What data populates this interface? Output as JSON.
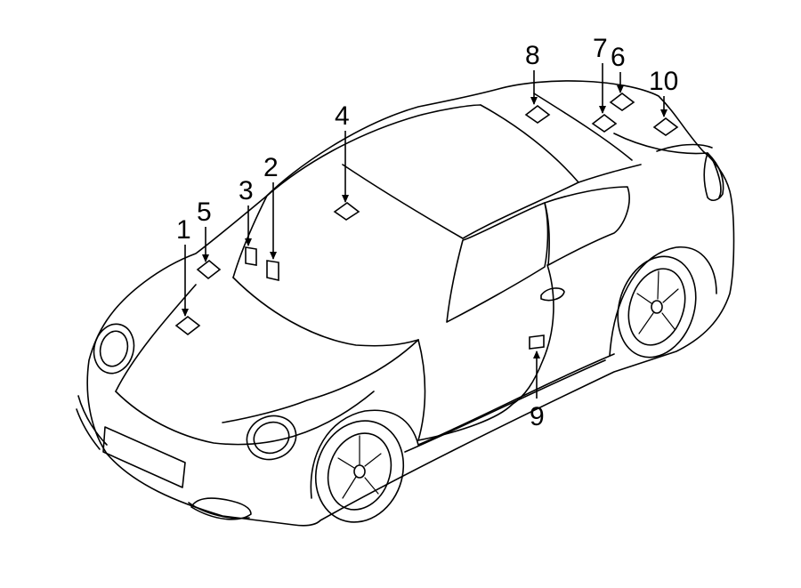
{
  "callouts": [
    {
      "id": "1",
      "number": "1"
    },
    {
      "id": "2",
      "number": "2"
    },
    {
      "id": "3",
      "number": "3"
    },
    {
      "id": "4",
      "number": "4"
    },
    {
      "id": "5",
      "number": "5"
    },
    {
      "id": "6",
      "number": "6"
    },
    {
      "id": "7",
      "number": "7"
    },
    {
      "id": "8",
      "number": "8"
    },
    {
      "id": "9",
      "number": "9"
    },
    {
      "id": "10",
      "number": "10"
    }
  ]
}
